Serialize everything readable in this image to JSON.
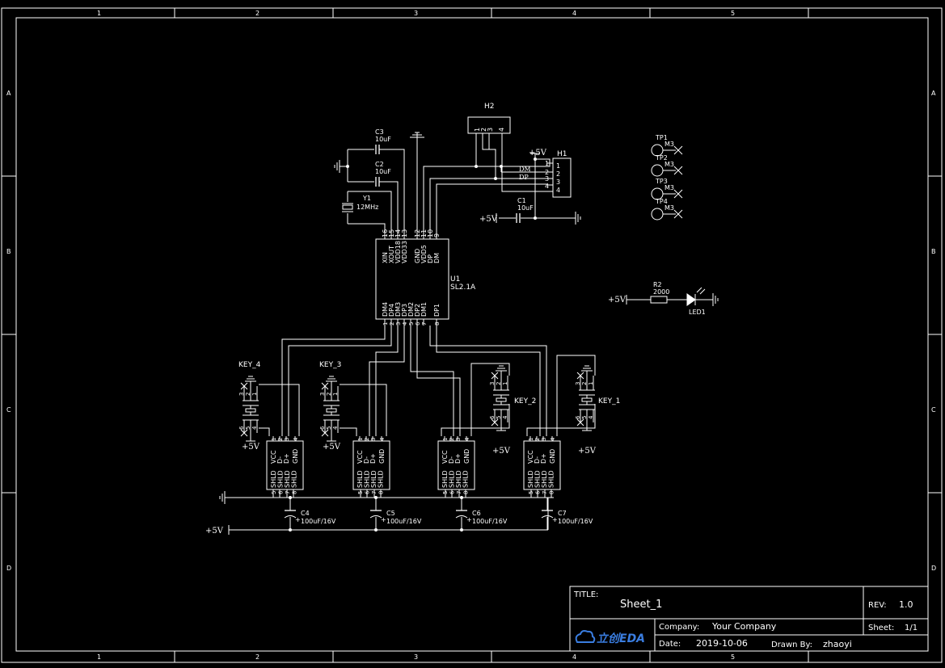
{
  "frame": {
    "columns": [
      "1",
      "2",
      "3",
      "4",
      "5"
    ],
    "rows": [
      "A",
      "B",
      "C",
      "D"
    ]
  },
  "title_block": {
    "title_label": "TITLE:",
    "title_value": "Sheet_1",
    "rev_label": "REV:",
    "rev_value": "1.0",
    "company_label": "Company:",
    "company_value": "Your Company",
    "sheet_label": "Sheet:",
    "sheet_value": "1/1",
    "date_label": "Date:",
    "date_value": "2019-10-06",
    "drawn_label": "Drawn By:",
    "drawn_value": "zhaoyi",
    "logo_text": "立创EDA",
    "logo_color": "#3a7de0"
  },
  "u1": {
    "ref": "U1",
    "value": "SL2.1A",
    "top_pins": [
      "XIN",
      "XOUT",
      "VDD18",
      "VDD33",
      "GND",
      "VDD5",
      "DP",
      "DM"
    ],
    "top_nums": [
      "16",
      "15",
      "14",
      "13",
      "12",
      "11",
      "10",
      "9"
    ],
    "bottom_pins": [
      "DM4",
      "DP4",
      "DM3",
      "DP3",
      "DM2",
      "DP2",
      "DM1",
      "DP1"
    ],
    "bottom_nums": [
      "1",
      "2",
      "3",
      "4",
      "5",
      "6",
      "7",
      "8"
    ]
  },
  "h2": {
    "ref": "H2",
    "pins": [
      "1",
      "2",
      "3",
      "4"
    ]
  },
  "h1": {
    "ref": "H1",
    "pins": [
      "1",
      "2",
      "3",
      "4"
    ],
    "dm": "DM",
    "dp": "DP"
  },
  "caps": {
    "c1": {
      "ref": "C1",
      "value": "10uF"
    },
    "c2": {
      "ref": "C2",
      "value": "10uF"
    },
    "c3": {
      "ref": "C3",
      "value": "10uF"
    },
    "c4": {
      "ref": "C4",
      "value": "100uF/16V"
    },
    "c5": {
      "ref": "C5",
      "value": "100uF/16V"
    },
    "c6": {
      "ref": "C6",
      "value": "100uF/16V"
    },
    "c7": {
      "ref": "C7",
      "value": "100uF/16V"
    }
  },
  "y1": {
    "ref": "Y1",
    "value": "12MHz"
  },
  "r2": {
    "ref": "R2",
    "value": "2000"
  },
  "led1": {
    "ref": "LED1"
  },
  "tps": [
    {
      "ref": "TP1",
      "value": "M3"
    },
    {
      "ref": "TP2",
      "value": "M3"
    },
    {
      "ref": "TP3",
      "value": "M3"
    },
    {
      "ref": "TP4",
      "value": "M3"
    }
  ],
  "keys": [
    "KEY_4",
    "KEY_3",
    "KEY_2",
    "KEY_1"
  ],
  "key_pins": {
    "p1": "1",
    "p2": "2",
    "p3": "3",
    "p4": "4",
    "p5": "5",
    "p6": "6"
  },
  "usb_pins_top": [
    "VCC",
    "D-",
    "D+",
    "GND"
  ],
  "usb_nums": [
    "1",
    "2",
    "3",
    "4"
  ],
  "usb_pins_bottom": [
    "SHLD",
    "SHLD",
    "SHLD",
    "SHLD"
  ],
  "usb_bottom_nums": [
    "5",
    "6",
    "7",
    "8"
  ],
  "power": "+5V"
}
